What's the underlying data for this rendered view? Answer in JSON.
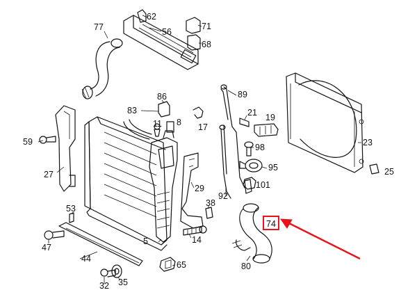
{
  "callouts": {
    "p62": "62",
    "p77": "77",
    "p56": "56",
    "p71": "71",
    "p68": "68",
    "p86": "86",
    "p89": "89",
    "p83": "83",
    "p21": "21",
    "p19": "19",
    "p11": "11",
    "p8": "8",
    "p17": "17",
    "p59": "59",
    "p98": "98",
    "p23": "23",
    "p27": "27",
    "p95": "95",
    "p25": "25",
    "p101": "101",
    "p29": "29",
    "p92": "92",
    "p38": "38",
    "p53": "53",
    "p74": "74",
    "p14": "14",
    "p47": "47",
    "p5": "5",
    "p44": "44",
    "p65": "65",
    "p80": "80",
    "p32": "32",
    "p35": "35"
  },
  "highlight": {
    "part": "74",
    "color": "#e8131b"
  },
  "colors": {
    "line": "#111111",
    "background": "#ffffff"
  }
}
